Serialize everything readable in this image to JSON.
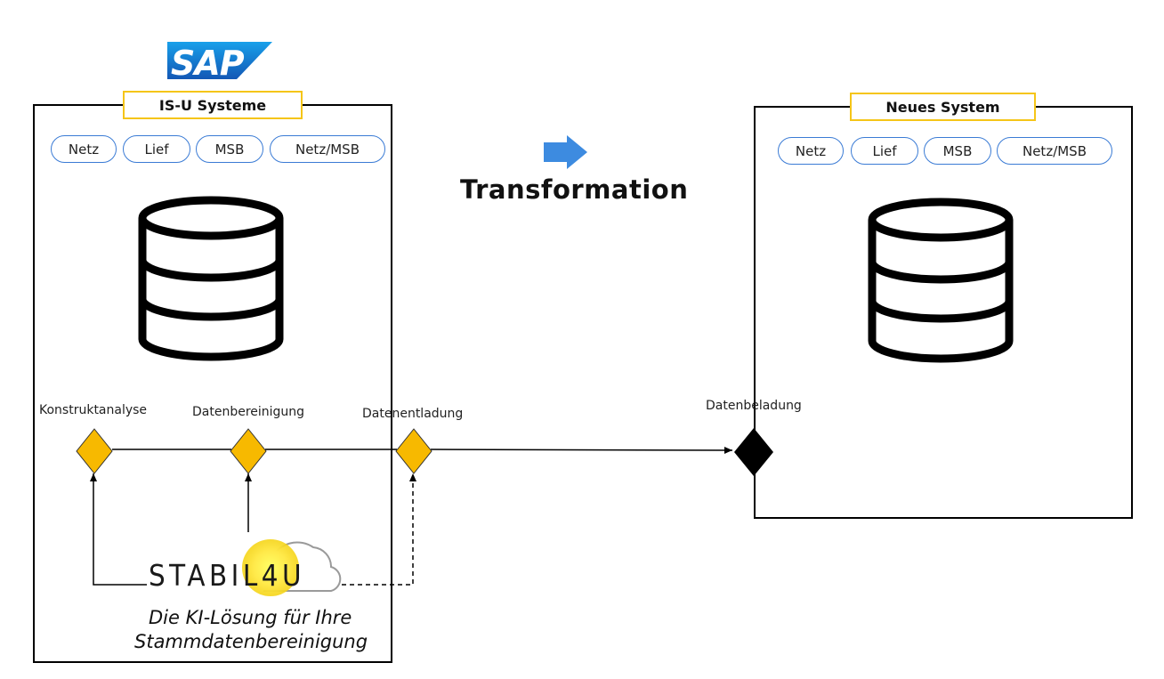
{
  "logos": {
    "sap": "SAP",
    "stabil4u": "STABIL4U"
  },
  "left_system": {
    "title": "IS-U Systeme",
    "pills": [
      "Netz",
      "Lief",
      "MSB",
      "Netz/MSB"
    ]
  },
  "right_system": {
    "title": "Neues System",
    "pills": [
      "Netz",
      "Lief",
      "MSB",
      "Netz/MSB"
    ]
  },
  "center": {
    "heading": "Transformation"
  },
  "steps": [
    {
      "label": "Konstruktanalyse"
    },
    {
      "label": "Datenbereinigung"
    },
    {
      "label": "Datenentladung"
    },
    {
      "label": "Datenbeladung"
    }
  ],
  "tagline": {
    "line1": "Die KI-Lösung für Ihre",
    "line2": "Stammdatenbereinigung"
  },
  "colors": {
    "accent_yellow": "#f5c518",
    "diamond_fill": "#f7b900",
    "pill_border": "#3a7bd5",
    "arrow_blue": "#3d8be0",
    "sap_blue": "#1c6fd1",
    "black": "#000000"
  },
  "icons": [
    "database-icon",
    "arrow-right-icon",
    "cloud-icon"
  ]
}
